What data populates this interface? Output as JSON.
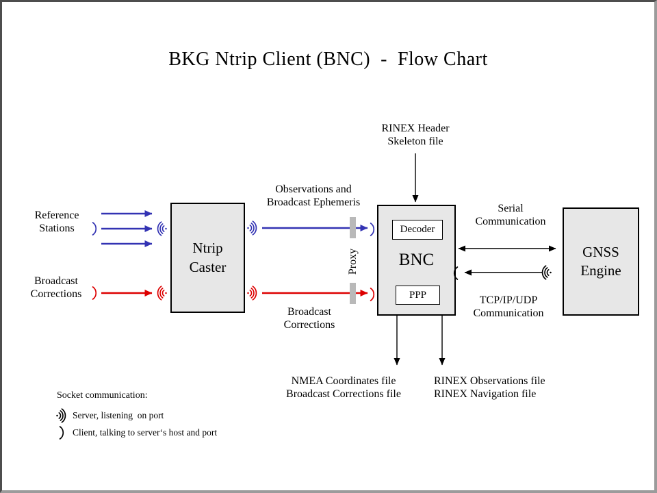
{
  "title": "BKG Ntrip Client (BNC)  -  Flow Chart",
  "colors": {
    "accent_blue": "#3333b3",
    "accent_red": "#dd0000",
    "box_fill": "#e7e7e7",
    "proxy_bar": "#b9b9b9",
    "frame_dark": "#4d4d4d",
    "frame_light": "#9b9b9b"
  },
  "nodes": {
    "ntrip_caster": {
      "label": "Ntrip\nCaster"
    },
    "bnc": {
      "label": "BNC",
      "decoder_label": "Decoder",
      "ppp_label": "PPP"
    },
    "gnss_engine": {
      "label": "GNSS\nEngine"
    }
  },
  "flow_labels": {
    "reference_stations": "Reference\nStations",
    "broadcast_corrections_input": "Broadcast\nCorrections",
    "observations_ephemeris": "Observations and\nBroadcast Ephemeris",
    "broadcast_corrections_stream": "Broadcast\nCorrections",
    "proxy": "Proxy",
    "rinex_header_skeleton": "RINEX Header\nSkeleton file",
    "serial_communication": "Serial\nCommunication",
    "tcp_communication": "TCP/IP/UDP\nCommunication",
    "nmea_outputs": "NMEA Coordinates file\nBroadcast Corrections file",
    "rinex_outputs": "RINEX Observations file\nRINEX Navigation file"
  },
  "legend": {
    "title": "Socket communication:",
    "server_item": "Server, listening  on port",
    "client_item": "Client, talking to server‘s host and port"
  }
}
